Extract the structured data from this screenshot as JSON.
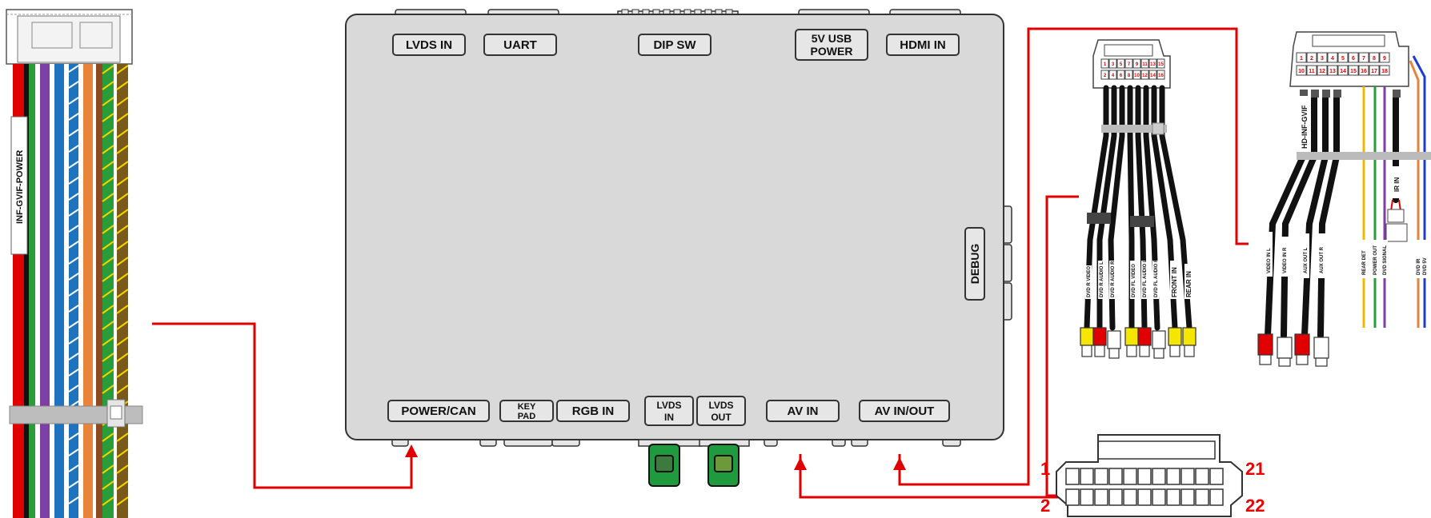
{
  "colors": {
    "accent_line": "#e00000",
    "box_fill": "#d9d9d9",
    "connector_green": "#1f9a3e"
  },
  "box": {
    "top_ports": [
      "LVDS IN",
      "UART",
      "DIP SW",
      "5V USB",
      "POWER",
      "HDMI IN"
    ],
    "bottom_ports": [
      "POWER/CAN",
      "KEY",
      "PAD",
      "RGB IN",
      "LVDS",
      "IN",
      "LVDS",
      "OUT",
      "AV IN",
      "AV IN/OUT"
    ],
    "side_port": "DEBUG"
  },
  "harness_left": {
    "label": "INF-GVIF-POWER"
  },
  "harness_mid": {
    "pin_numbers": [
      "1",
      "3",
      "5",
      "7",
      "9",
      "11",
      "13",
      "15",
      "2",
      "4",
      "6",
      "8",
      "10",
      "12",
      "14",
      "16"
    ],
    "tags": [
      "DVD R VIDEO",
      "DVD R AUDIO L",
      "DVD R AUDIO R",
      "DVD FL VIDEO",
      "DVD FL AUDIO L",
      "DVD FL AUDIO R",
      "FRONT IN",
      "REAR IN"
    ]
  },
  "harness_right": {
    "pin_numbers": [
      "1",
      "2",
      "3",
      "4",
      "5",
      "6",
      "7",
      "8",
      "9",
      "10",
      "11",
      "12",
      "13",
      "14",
      "15",
      "16",
      "17",
      "18"
    ],
    "sleeve_label": "HD-INF-GVIF",
    "ir_label": "IR IN",
    "tags": [
      "VIDEO IN L",
      "VIDEO IN R",
      "AUX OUT L",
      "AUX OUT R",
      "REAR DET",
      "POWER OUT",
      "DVD SIGNAL",
      "DVD IR",
      "DVD 5V"
    ]
  },
  "connector_22": {
    "pin_labels": [
      "1",
      "21",
      "2",
      "22"
    ]
  }
}
